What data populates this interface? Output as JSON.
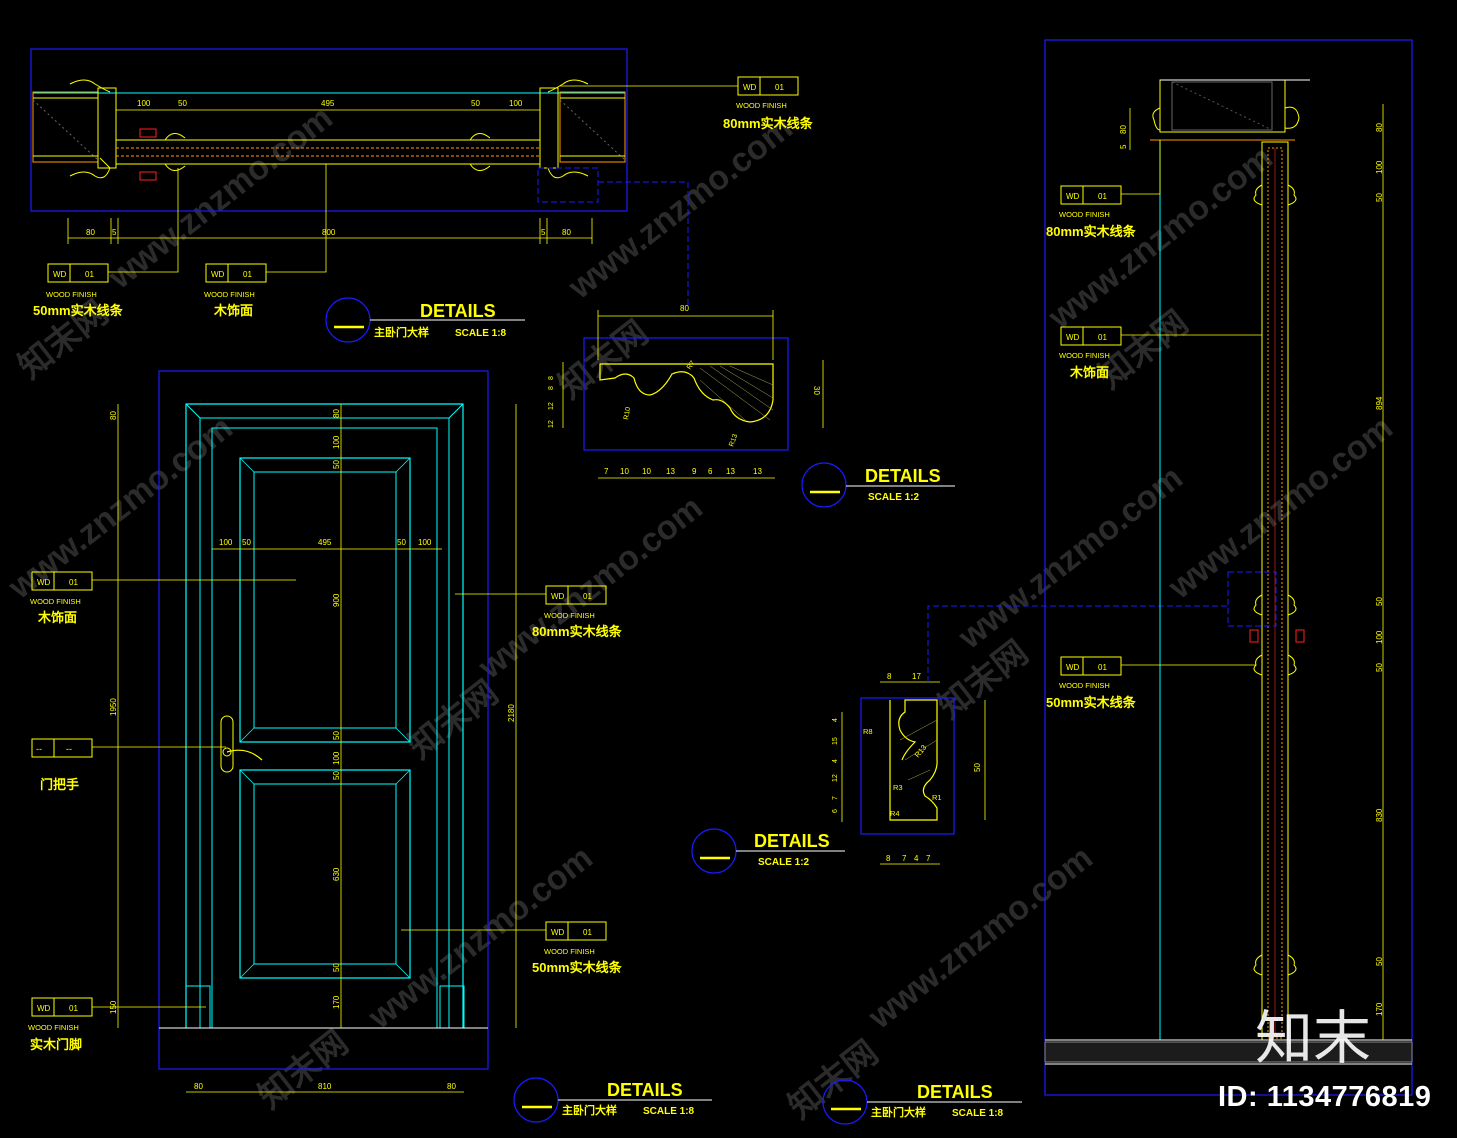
{
  "watermark": {
    "site": "www.znzmo.com",
    "cn": "知末网",
    "logo_text": "知末",
    "id_label": "ID: 1134776819"
  },
  "tags": {
    "code": "WD",
    "num": "01",
    "finish": "WOOD FINISH",
    "handle_code": "--",
    "handle_num": "--"
  },
  "labels": {
    "line80": "80mm实木线条",
    "line50": "50mm实木线条",
    "wood_panel": "木饰面",
    "door_handle": "门把手",
    "door_foot": "实木门脚"
  },
  "titles": {
    "details": "DETAILS",
    "master_door": "主卧门大样",
    "scale_18": "SCALE  1:8",
    "scale_12": "SCALE  1:2"
  },
  "dims_plan": {
    "top": [
      "100",
      "50",
      "495",
      "50",
      "100"
    ],
    "bottom": [
      "80",
      "5",
      "800",
      "5",
      "80"
    ]
  },
  "dims_elev": {
    "left_top": "80",
    "left_main": "1950",
    "left_bot": "150",
    "right_main": "2180",
    "center": [
      "80",
      "100",
      "50",
      "900",
      "50",
      "100",
      "50",
      "630",
      "50",
      "170"
    ],
    "width": [
      "100",
      "50",
      "495",
      "50",
      "100"
    ],
    "bottom": [
      "80",
      "810",
      "80"
    ]
  },
  "detail1": {
    "top": "80",
    "right": "30",
    "left": [
      "8",
      "8",
      "12",
      "12"
    ],
    "radii": [
      "R7",
      "R10",
      "R13"
    ],
    "bottom": [
      "7",
      "10",
      "10",
      "13",
      "9",
      "6",
      "13",
      "13"
    ]
  },
  "detail2": {
    "top": [
      "8",
      "17"
    ],
    "right": "50",
    "left": [
      "4",
      "15",
      "4",
      "12",
      "7",
      "6"
    ],
    "radii": [
      "R8",
      "R13",
      "R3",
      "R1",
      "R4"
    ],
    "bottom": [
      "8",
      "7",
      "4",
      "7"
    ]
  },
  "section": {
    "left_top": [
      "80",
      "5"
    ],
    "right": [
      "80",
      "100",
      "50",
      "894",
      "50",
      "100",
      "50",
      "830",
      "50",
      "170"
    ]
  },
  "colors": {
    "yellow": "#ffff00",
    "cyan": "#00ffff",
    "blue": "#1a1aff",
    "white": "#ffffff",
    "orange": "#ff9900",
    "red": "#ff2020",
    "green": "#00ff00"
  }
}
